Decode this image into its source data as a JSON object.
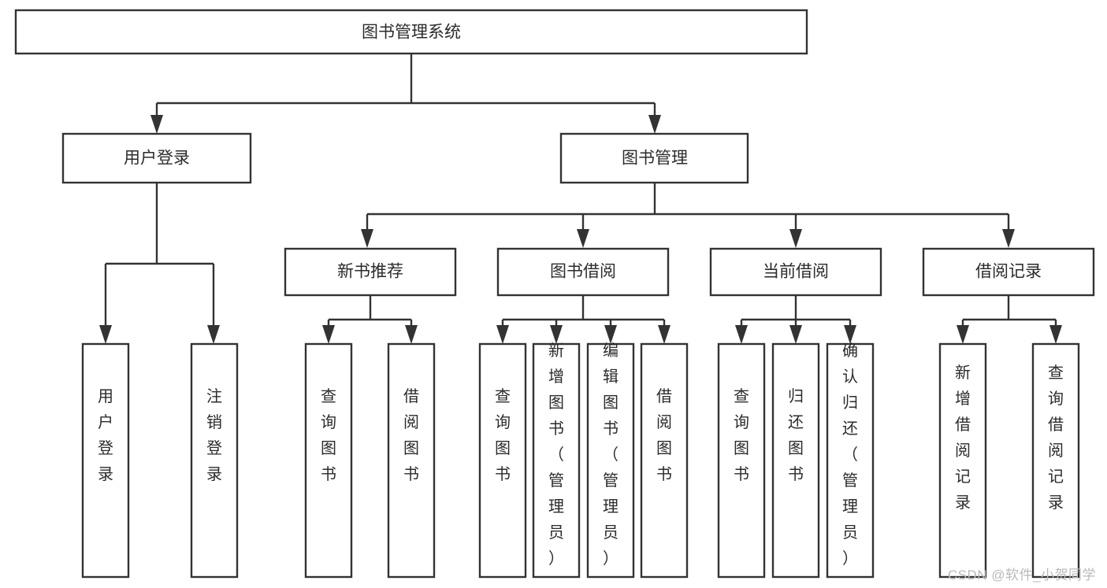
{
  "diagram": {
    "type": "tree-hierarchy",
    "title": "图书管理系统",
    "orientation": "top-down",
    "watermark": "CSDN @软件_小贺同学",
    "colors": {
      "box_stroke": "#333333",
      "box_fill": "#ffffff",
      "text": "#2b2b2b",
      "watermark": "#b9b9b9",
      "background": "#ffffff"
    },
    "nodes": {
      "root": {
        "label": "图书管理系统",
        "level": 1
      },
      "level2": [
        {
          "id": "user-login",
          "label": "用户登录"
        },
        {
          "id": "book-management",
          "label": "图书管理"
        }
      ],
      "level3": [
        {
          "id": "new-book-recommend",
          "label": "新书推荐",
          "parent": "book-management"
        },
        {
          "id": "book-borrow",
          "label": "图书借阅",
          "parent": "book-management"
        },
        {
          "id": "current-borrow",
          "label": "当前借阅",
          "parent": "book-management"
        },
        {
          "id": "borrow-record",
          "label": "借阅记录",
          "parent": "book-management"
        }
      ],
      "leaves": [
        {
          "id": "leaf-user-login",
          "label": "用户登录",
          "parent": "user-login"
        },
        {
          "id": "leaf-logout-login",
          "label": "注销登录",
          "parent": "user-login"
        },
        {
          "id": "leaf-query-book-1",
          "label": "查询图书",
          "parent": "new-book-recommend"
        },
        {
          "id": "leaf-borrow-book-1",
          "label": "借阅图书",
          "parent": "new-book-recommend"
        },
        {
          "id": "leaf-query-book-2",
          "label": "查询图书",
          "parent": "book-borrow"
        },
        {
          "id": "leaf-add-book",
          "label": "新增图书（管理员）",
          "parent": "book-borrow"
        },
        {
          "id": "leaf-edit-book",
          "label": "编辑图书（管理员）",
          "parent": "book-borrow"
        },
        {
          "id": "leaf-borrow-book-2",
          "label": "借阅图书",
          "parent": "book-borrow"
        },
        {
          "id": "leaf-query-book-3",
          "label": "查询图书",
          "parent": "current-borrow"
        },
        {
          "id": "leaf-return-book",
          "label": "归还图书",
          "parent": "current-borrow"
        },
        {
          "id": "leaf-confirm-return",
          "label": "确认归还（管理员）",
          "parent": "current-borrow"
        },
        {
          "id": "leaf-add-record",
          "label": "新增借阅记录",
          "parent": "borrow-record"
        },
        {
          "id": "leaf-query-record",
          "label": "查询借阅记录",
          "parent": "borrow-record"
        }
      ]
    }
  }
}
